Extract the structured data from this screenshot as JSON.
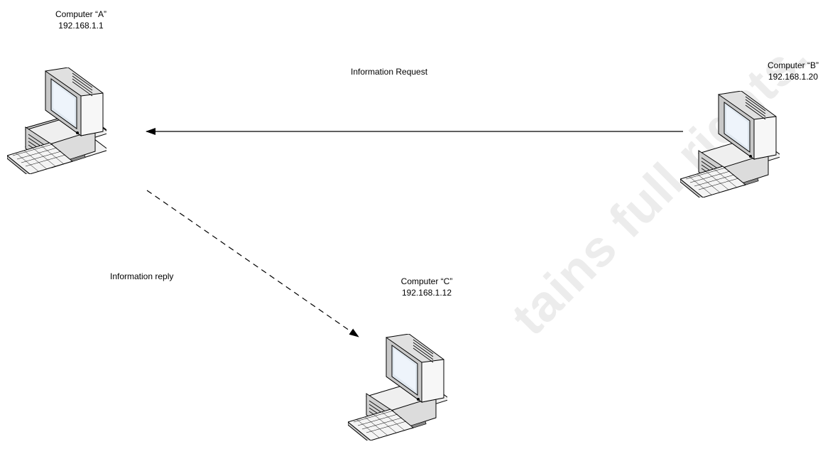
{
  "nodes": {
    "a": {
      "name": "Computer “A”",
      "ip": "192.168.1.1"
    },
    "b": {
      "name": "Computer “B”",
      "ip": "192.168.1.20"
    },
    "c": {
      "name": "Computer “C”",
      "ip": "192.168.1.12"
    }
  },
  "edges": {
    "request": {
      "label": "Information Request",
      "from": "b",
      "to": "a",
      "style": "solid"
    },
    "reply": {
      "label": "Information reply",
      "from": "a",
      "to": "c",
      "style": "dashed"
    }
  },
  "watermark": {
    "text": "tains full rights."
  },
  "icons": {
    "computer": "desktop-computer-icon"
  }
}
